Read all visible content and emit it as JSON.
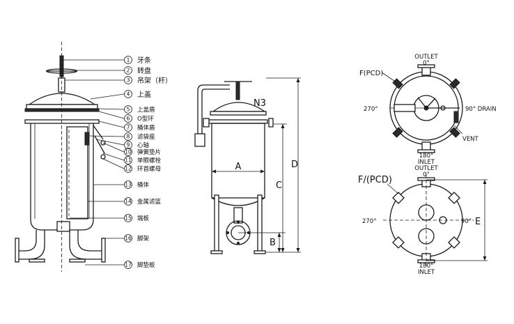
{
  "callouts": [
    {
      "num": "1",
      "label": "牙条"
    },
    {
      "num": "2",
      "label": "转盘"
    },
    {
      "num": "3",
      "label": "吊架（杆）"
    },
    {
      "num": "4",
      "label": "上盖"
    },
    {
      "num": "5",
      "label": "上盖盾"
    },
    {
      "num": "6",
      "label": "O型环"
    },
    {
      "num": "7",
      "label": "桶体盾"
    },
    {
      "num": "8",
      "label": "滤袋座"
    },
    {
      "num": "9",
      "label": "心轴"
    },
    {
      "num": "10",
      "label": "弹簧垫片"
    },
    {
      "num": "11",
      "label": "单眼螺栓"
    },
    {
      "num": "12",
      "label": "环首螺母"
    },
    {
      "num": "13",
      "label": "桶体"
    },
    {
      "num": "14",
      "label": "金属滤篮"
    },
    {
      "num": "15",
      "label": "端板"
    },
    {
      "num": "16",
      "label": "脚架"
    },
    {
      "num": "17",
      "label": "脚垫板"
    }
  ],
  "side_view": {
    "nozzle_label": "N3",
    "dim_a": "A",
    "dim_b": "B",
    "dim_c": "C",
    "dim_d": "D"
  },
  "top_view": {
    "outlet_label": "OUTLET",
    "outlet_angle": "0°",
    "pcd_label": "F(PCD)",
    "left_angle": "270°",
    "right_label": "90°  DRAIN",
    "vent_label": "VENT",
    "bottom_angle": "180°",
    "inlet_label": "INLET"
  },
  "bottom_view": {
    "outlet_label": "OUTLET",
    "outlet_angle": "0°",
    "pcd_label": "F/(PCD)",
    "left_angle": "270°",
    "right_angle": "90°",
    "dim_e": "E",
    "bottom_angle": "180°",
    "inlet_label": "INLET"
  }
}
